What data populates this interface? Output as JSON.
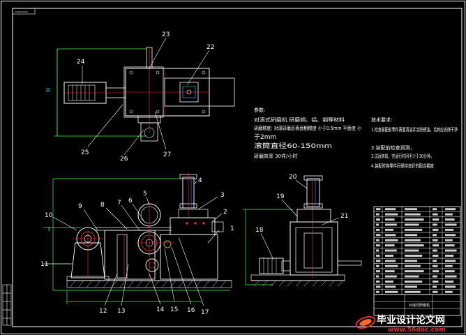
{
  "sheet": {
    "corner_tag": "▭▭▭▭",
    "background": "#000000",
    "line_colors": {
      "outline": "#ffffff",
      "parts": "#ff3030",
      "dims": "#40ff40",
      "hatch": "#d0d0d0",
      "accent": "#3060ff",
      "cyan": "#40d0ff",
      "yellow": "#ffff40",
      "magenta": "#ff40ff"
    }
  },
  "callouts": [
    "1",
    "2",
    "3",
    "4",
    "5",
    "6",
    "7",
    "8",
    "9",
    "10",
    "11",
    "12",
    "13",
    "14",
    "15",
    "16",
    "17",
    "18",
    "19",
    "20",
    "21",
    "22",
    "23",
    "24",
    "25",
    "26",
    "27"
  ],
  "spec_notes": {
    "heading": "参数:",
    "lines": [
      "对滚式研磨机 研磨铜、铝、钢等材料",
      "研磨精度: 对滚研磨后表面粗糙度 小于0.5mm 平面度 小",
      "于2mm",
      "滚筒直径60-150mm",
      "研磨效率 30件/小时"
    ],
    "big_tokens": [
      "0.5mm",
      "2mm",
      "60-150mm",
      "30"
    ]
  },
  "tech_requirements": {
    "heading": "技术要求:",
    "items": [
      "1.检查装配前零件表面清洁并涂防锈油，毛刺应去除干净",
      "2.装配前检查润滑，",
      "3.试运转前，空运行时间不少于30分钟，",
      "4.装配时各零件间保持良好的配合精度"
    ]
  },
  "title_block": {
    "title": "对滚式研磨机",
    "rows": 17
  },
  "watermark": {
    "cn": "毕业设计论文网",
    "url": "www.56doc.com",
    "color_cn": "#ffffff",
    "color_url": "#e03030"
  }
}
